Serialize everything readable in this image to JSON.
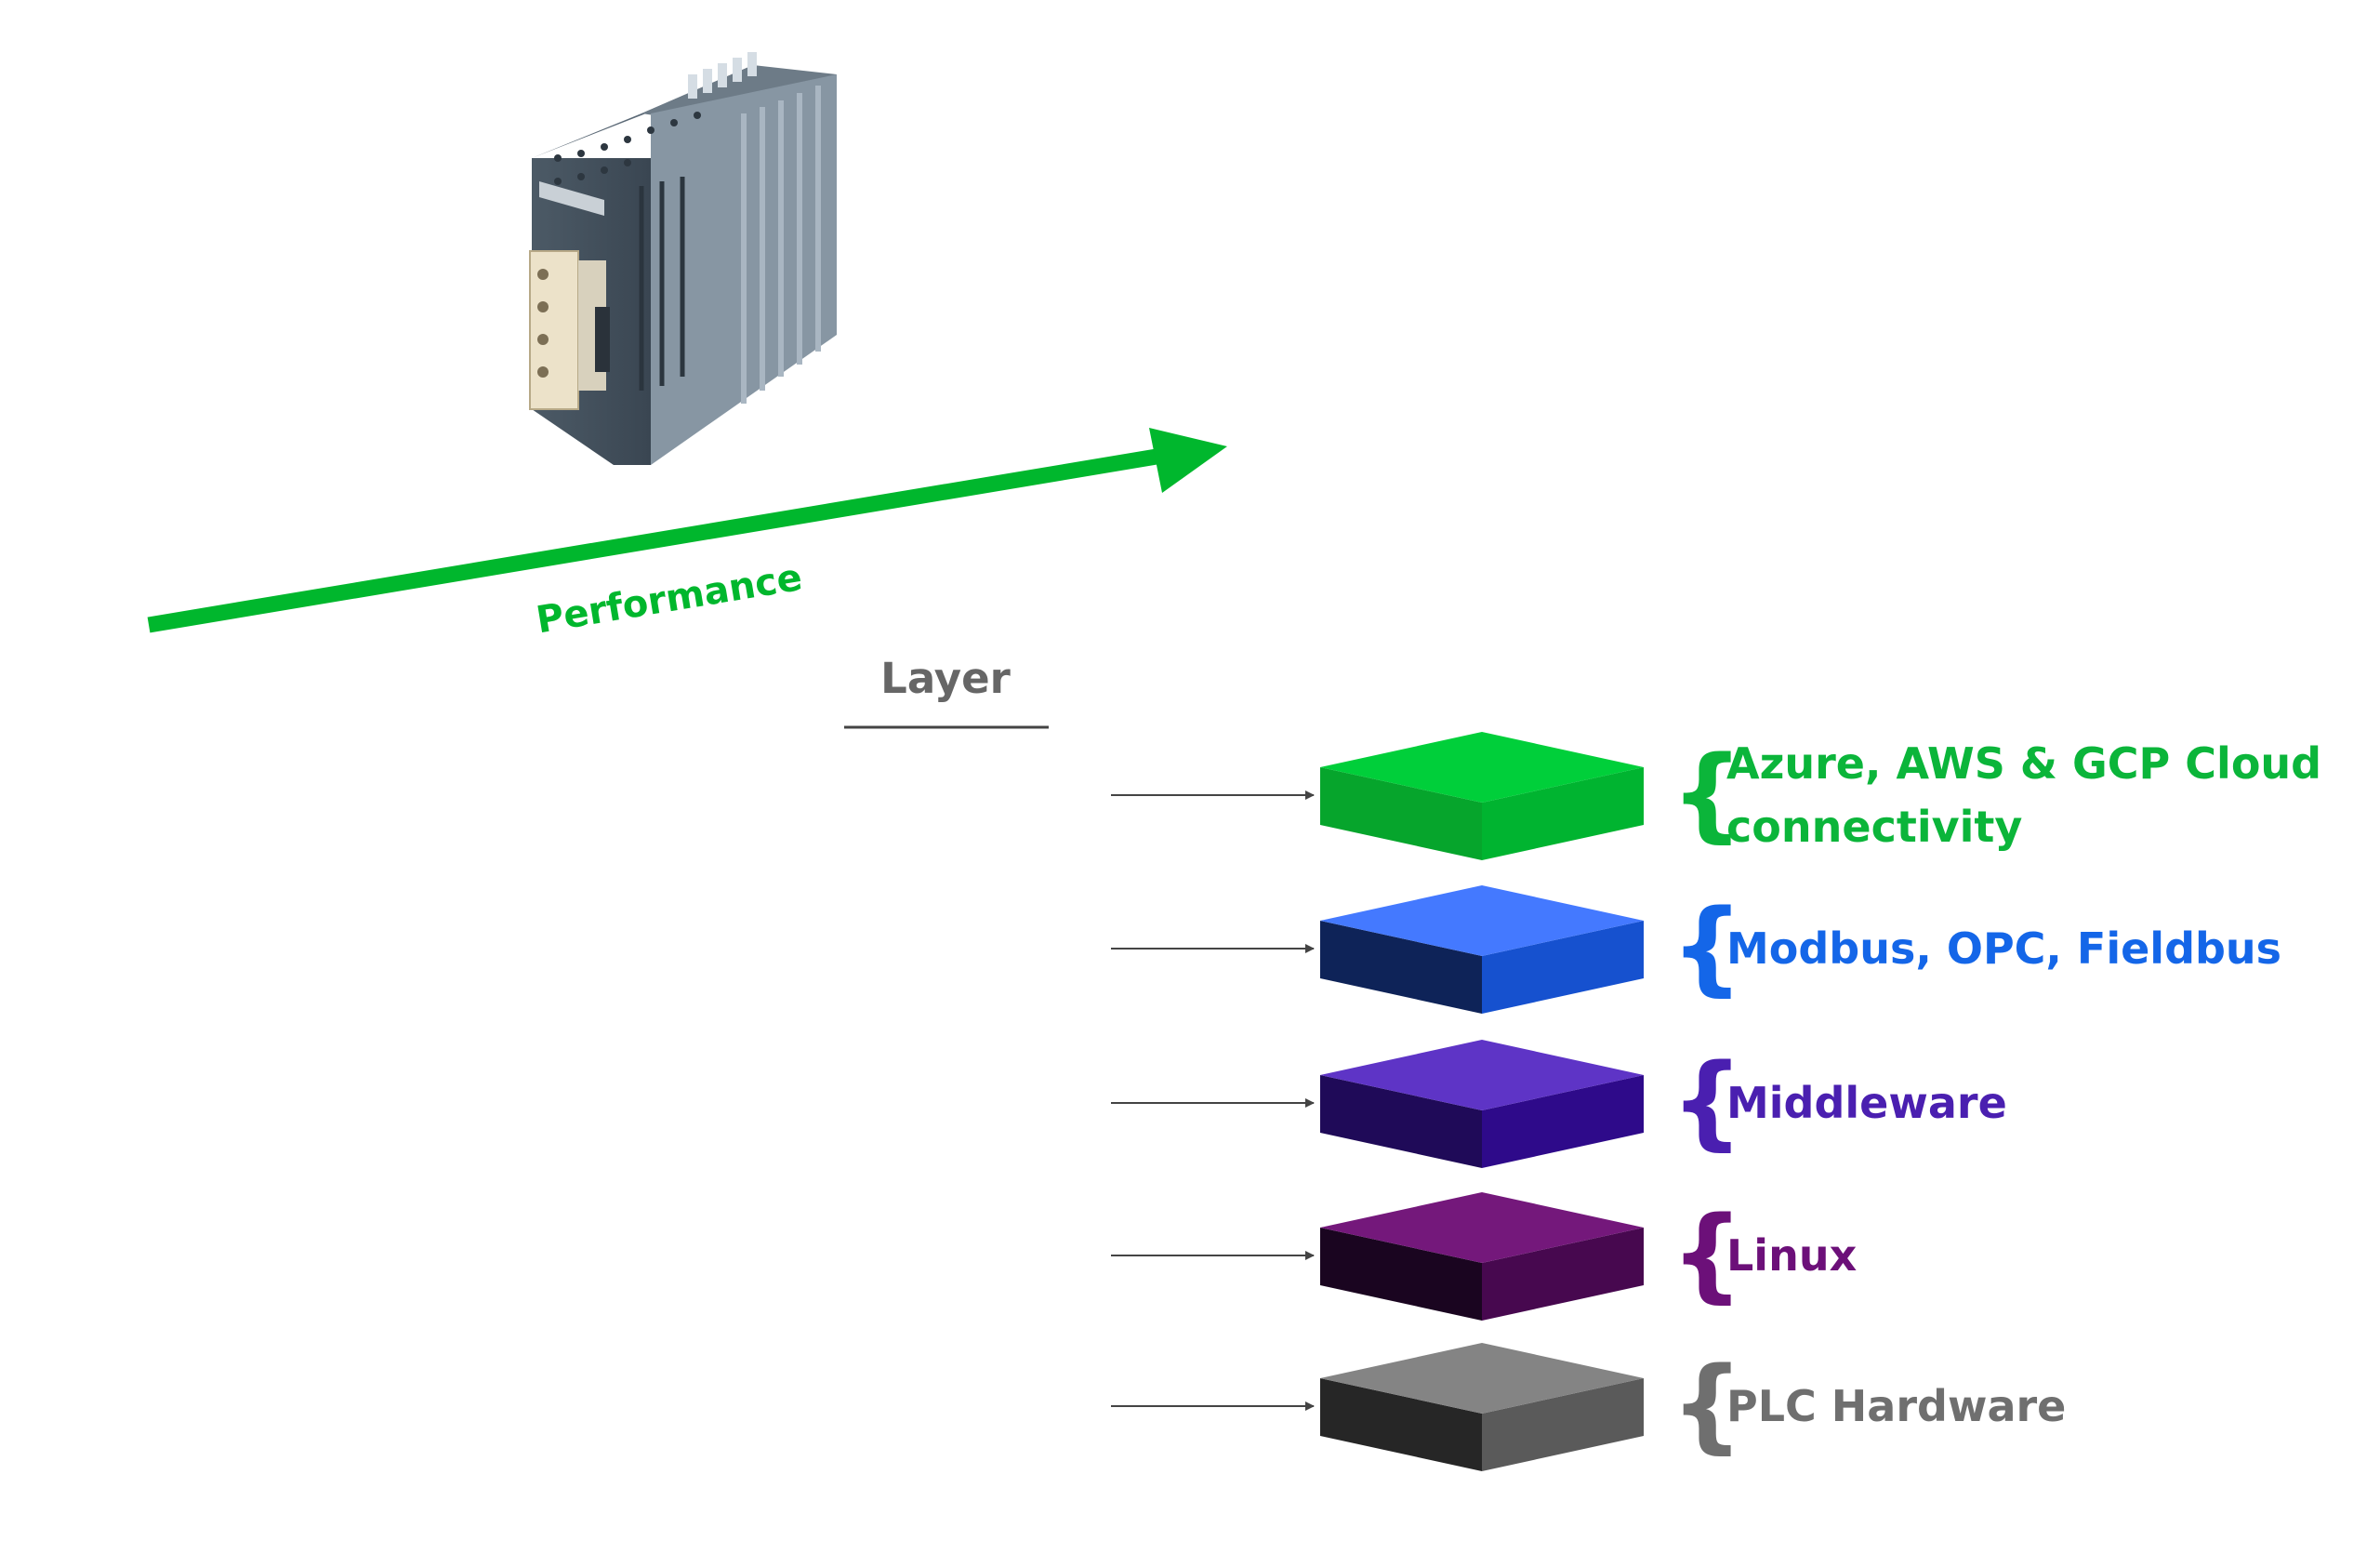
{
  "performance": {
    "label": "Performance",
    "color": "#00b72d"
  },
  "layer_header": {
    "label": "Layer",
    "color": "#666666"
  },
  "device": {
    "icon": "plc-device-icon"
  },
  "layers": [
    {
      "label_lines": [
        "Azure, AWS & GCP Cloud",
        "connectivity"
      ],
      "text_color": "#0bb53a",
      "top": "#00cf3a",
      "left": "#06a52c",
      "right": "#00b430"
    },
    {
      "label_lines": [
        "Modbus, OPC, Fieldbus"
      ],
      "text_color": "#1466e8",
      "top": "#4479ff",
      "left": "#0e2358",
      "right": "#1651cf"
    },
    {
      "label_lines": [
        "Middleware"
      ],
      "text_color": "#4a1fb0",
      "top": "#5e34c6",
      "left": "#1f0a58",
      "right": "#2e0a8a"
    },
    {
      "label_lines": [
        "Linux"
      ],
      "text_color": "#6c1079",
      "top": "#74187b",
      "left": "#1a0520",
      "right": "#47084f"
    },
    {
      "label_lines": [
        "PLC Hardware"
      ],
      "text_color": "#6f6f6f",
      "top": "#848484",
      "left": "#262626",
      "right": "#5a5a5a"
    }
  ]
}
